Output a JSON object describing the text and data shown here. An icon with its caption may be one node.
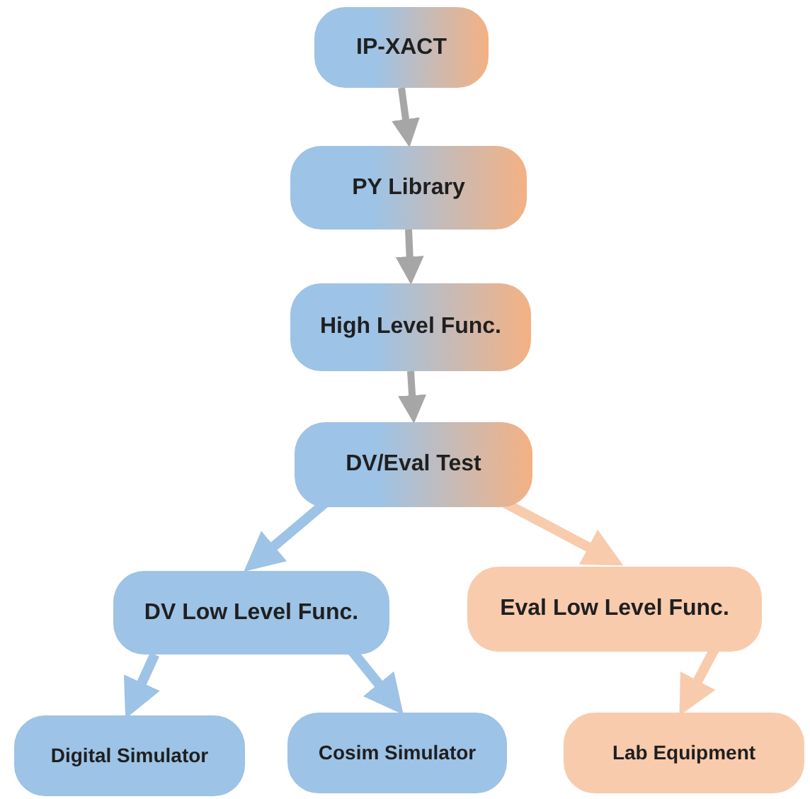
{
  "diagram": {
    "nodes": [
      {
        "text": [
          "IP-XACT"
        ]
      },
      {
        "text": [
          "PY Library"
        ]
      },
      {
        "text": [
          "High Level Func."
        ]
      },
      {
        "text": [
          "DV/Eval Test"
        ]
      },
      {
        "text": [
          "DV Low Level Func."
        ]
      },
      {
        "text": [
          "Eval Low Level Func."
        ]
      },
      {
        "text": [
          "Digital Simulator"
        ]
      },
      {
        "text": [
          "Cosim Simulator"
        ]
      },
      {
        "text": [
          "Lab Equipment"
        ]
      }
    ],
    "edges": [
      {
        "from": 0,
        "to": 1,
        "arrow": "to",
        "color": "#a6a6a6"
      },
      {
        "from": 1,
        "to": 2,
        "arrow": "to",
        "color": "#a6a6a6"
      },
      {
        "from": 2,
        "to": 3,
        "arrow": "to",
        "color": "#a6a6a6"
      },
      {
        "from": 3,
        "to": 4,
        "arrow": "to"
      },
      {
        "from": 3,
        "to": 5,
        "arrow": "to",
        "color": "#f8cbad"
      },
      {
        "from": 4,
        "to": 6,
        "arrow": "to"
      },
      {
        "from": 4,
        "to": 7,
        "arrow": "to"
      },
      {
        "from": 5,
        "to": 8,
        "arrow": "to",
        "color": "#f8cbad"
      }
    ]
  }
}
